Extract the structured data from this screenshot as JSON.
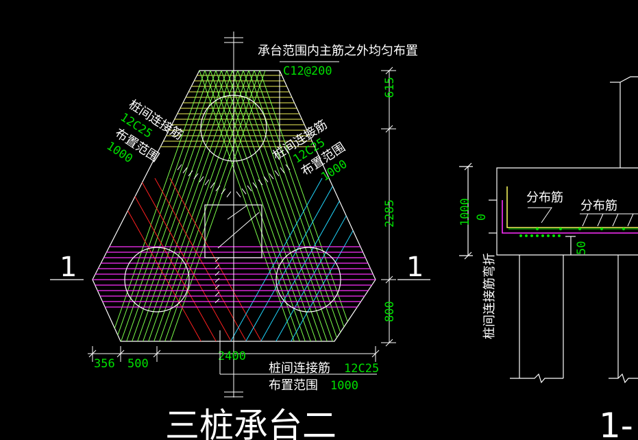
{
  "drawing": {
    "title": "三桩承台二",
    "section_title_partial": "1-",
    "section_mark_left": "1",
    "section_mark_right": "1",
    "notes": {
      "outer_rebar": "承台范围内主筋之外均匀布置",
      "outer_rebar_spec": "C12@200",
      "tie_left_name": "桩间连接筋",
      "tie_left_spec": "12C25",
      "tie_left_range": "布置范围",
      "tie_left_value": "1000",
      "tie_right_name": "桩间连接筋",
      "tie_right_spec": "12C25",
      "tie_right_range": "布置范围",
      "tie_right_value": "1000",
      "tie_bottom_name": "桩间连接筋",
      "tie_bottom_spec": "12C25",
      "tie_bottom_range": "布置范围",
      "tie_bottom_value": "1000"
    },
    "dimensions": {
      "right_top": "615",
      "right_mid": "2285",
      "right_bottom": "800",
      "bottom_a": "356",
      "bottom_b": "500",
      "bottom_total": "2400"
    },
    "section": {
      "dist_bar_1": "分布筋",
      "dist_bar_2": "分布筋",
      "height_dim": "1000",
      "zero_dim": "0",
      "cover_dim": "50",
      "vertical_note": "桩间连接筋弯折"
    },
    "colors": {
      "line": "#ffffff",
      "green": "#00e000",
      "rebar_green": "#7cff4a",
      "rebar_yellow": "#f2f25a",
      "red": "#ff2020",
      "cyan": "#20d8ff",
      "magenta": "#ff30ff"
    }
  }
}
